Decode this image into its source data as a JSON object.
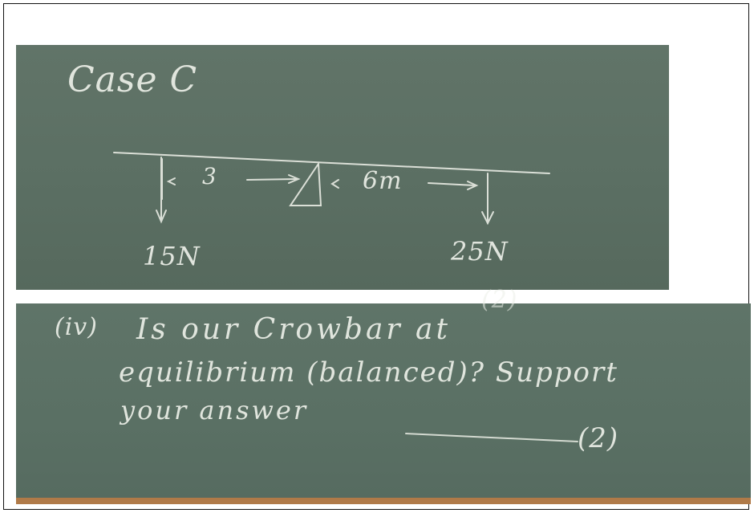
{
  "board_top": {
    "title": "Case C",
    "left_distance": "3",
    "right_distance": "6m",
    "left_force": "15N",
    "right_force": "25N"
  },
  "board_bottom": {
    "line1_number": "(iv)",
    "line1": "Is our Crowbar at",
    "line2": "equilibrium (balanced)? Support",
    "line3": "your answer",
    "marks": "(2)",
    "top_fragment": "(2)"
  },
  "colors": {
    "chalk": "#ecefe8",
    "board": "#5c7064",
    "wood": "#b07a48",
    "border": "#111111"
  }
}
